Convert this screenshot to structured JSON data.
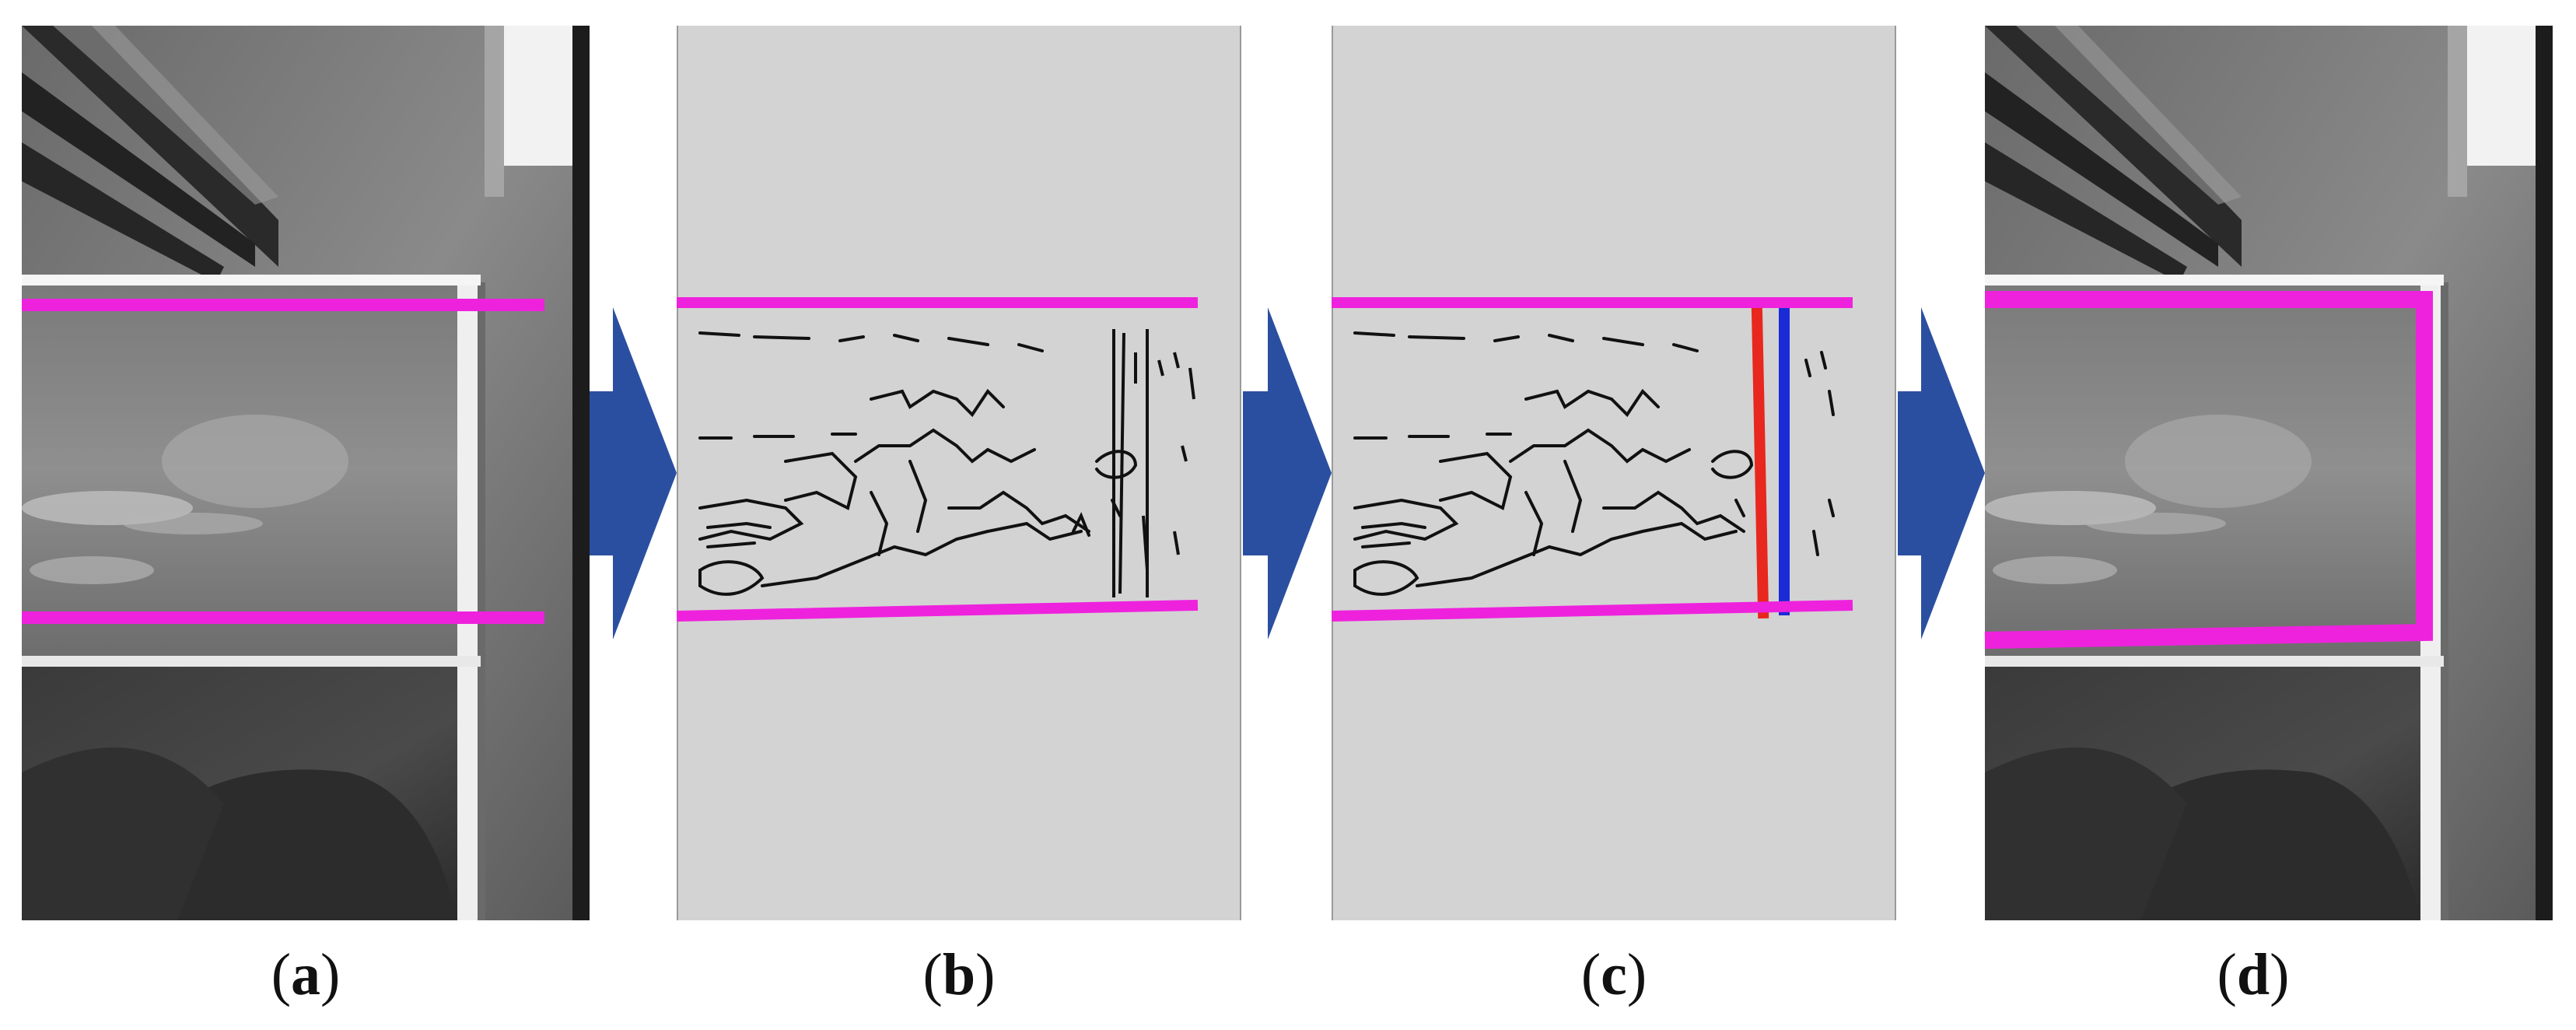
{
  "figure": {
    "panels": [
      {
        "id": "a",
        "kind": "photo",
        "caption": {
          "open": "(",
          "letter": "a",
          "close": ")"
        }
      },
      {
        "id": "b",
        "kind": "edge-map",
        "caption": {
          "open": "(",
          "letter": "b",
          "close": ")"
        }
      },
      {
        "id": "c",
        "kind": "edge-map-with-boundary-lines",
        "caption": {
          "open": "(",
          "letter": "c",
          "close": ")"
        }
      },
      {
        "id": "d",
        "kind": "photo-with-detected-frame",
        "caption": {
          "open": "(",
          "letter": "d",
          "close": ")"
        }
      }
    ],
    "arrow_count": 3
  },
  "colors": {
    "detection_line": "#ee22dd",
    "arrow": "#2b4fa0",
    "edge_bg": "#d3d3d3",
    "edge_stroke": "#111111",
    "boundary_red": "#e8271e",
    "boundary_blue": "#1b2bd6"
  }
}
